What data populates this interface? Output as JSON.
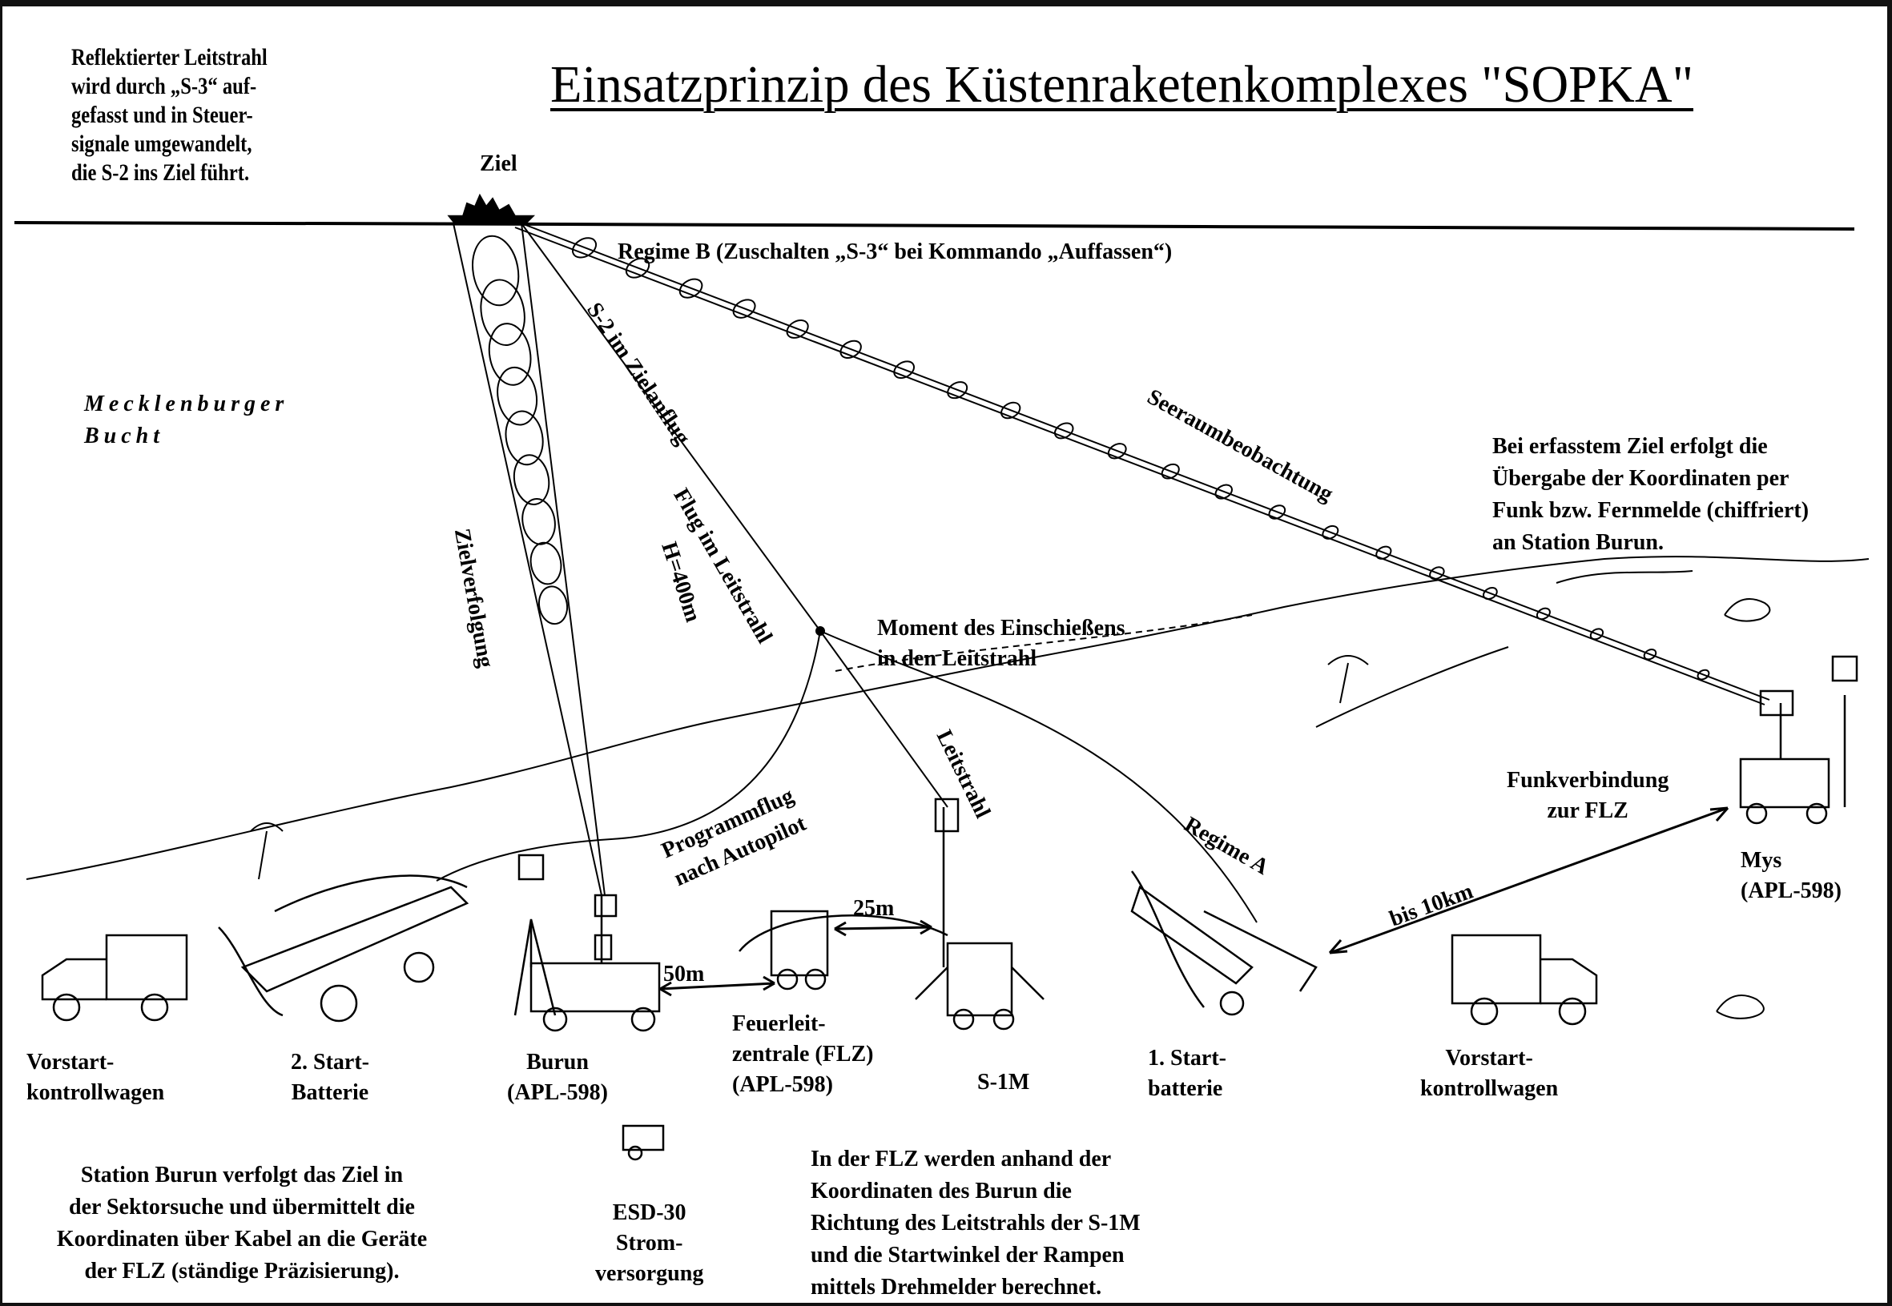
{
  "title": "Einsatzprinzip des Küstenraketenkomplexes \"SOPKA\"",
  "note_top_left": [
    "Reflektierter Leitstrahl",
    "wird durch „S-3“ auf-",
    "gefasst und in Steuer-",
    "signale umgewandelt,",
    "die S-2 ins Ziel führt."
  ],
  "labels": {
    "ziel": "Ziel",
    "regime_b": "Regime B (Zuschalten „S-3“ bei Kommando „Auffassen“)",
    "sea_line1": "Mecklenburger",
    "sea_line2": "Bucht",
    "s2_zielanflug": "S-2 im Zielanflug",
    "flug_leitstrahl": "Flug im Leitstrahl",
    "h400": "H=400m",
    "zielverfolgung": "Zielverfolgung",
    "seeraum": "Seeraumbeobachtung",
    "moment": [
      "Moment des Einschießens",
      "in den Leitstrahl"
    ],
    "leitstrahl": "Leitstrahl",
    "regime_a": "Regime A",
    "programmflug": [
      "Programmflug",
      "nach Autopilot"
    ],
    "funk": [
      "Funkverbindung",
      "zur FLZ"
    ],
    "bis10km": "bis 10km",
    "d25m": "25m",
    "d50m": "50m"
  },
  "note_right": [
    "Bei erfasstem Ziel erfolgt die",
    "Übergabe der Koordinaten per",
    "Funk bzw. Fernmelde (chiffriert)",
    "an Station Burun."
  ],
  "units": {
    "vorstart_left": [
      "Vorstart-",
      "kontrollwagen"
    ],
    "start2": [
      "2. Start-",
      "Batterie"
    ],
    "burun": [
      "Burun",
      "(APL-598)"
    ],
    "flz": [
      "Feuerleit-",
      "zentrale (FLZ)",
      "(APL-598)"
    ],
    "s1m": "S-1M",
    "start1": [
      "1. Start-",
      "batterie"
    ],
    "vorstart_right": [
      "Vorstart-",
      "kontrollwagen"
    ],
    "mys": [
      "Mys",
      "(APL-598)"
    ],
    "esd": [
      "ESD-30",
      "Strom-",
      "versorgung"
    ]
  },
  "note_bottom_left": [
    "Station Burun verfolgt das Ziel in",
    "der Sektorsuche und übermittelt die",
    "Koordinaten über Kabel an die Geräte",
    "der FLZ (ständige Präzisierung)."
  ],
  "note_bottom_center": [
    "In der FLZ werden anhand der",
    "Koordinaten des Burun die",
    "Richtung des Leitstrahls der S-1M",
    "und die Startwinkel der Rampen",
    "mittels Drehmelder berechnet."
  ]
}
